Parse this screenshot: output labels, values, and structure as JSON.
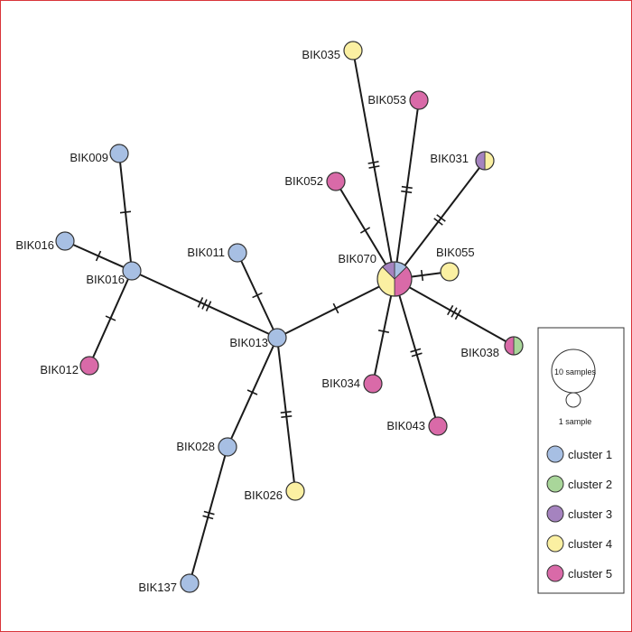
{
  "colors": {
    "cluster1": "#a7bfe3",
    "cluster2": "#a9d69a",
    "cluster3": "#a583bf",
    "cluster4": "#fbf0a2",
    "cluster5": "#d96aa8",
    "frame": "#d9343a"
  },
  "network": {
    "nodes": [
      {
        "id": "BIK009",
        "label": "BIK009",
        "clusters": [
          {
            "c": "cluster1",
            "f": 1
          }
        ],
        "samples": 1
      },
      {
        "id": "BIK016a",
        "label": "BIK016",
        "clusters": [
          {
            "c": "cluster1",
            "f": 1
          }
        ],
        "samples": 1
      },
      {
        "id": "BIK016b",
        "label": "BIK016",
        "clusters": [
          {
            "c": "cluster1",
            "f": 1
          }
        ],
        "samples": 1
      },
      {
        "id": "BIK012",
        "label": "BIK012",
        "clusters": [
          {
            "c": "cluster5",
            "f": 1
          }
        ],
        "samples": 1
      },
      {
        "id": "BIK011",
        "label": "BIK011",
        "clusters": [
          {
            "c": "cluster1",
            "f": 1
          }
        ],
        "samples": 1
      },
      {
        "id": "BIK013",
        "label": "BIK013",
        "clusters": [
          {
            "c": "cluster1",
            "f": 1
          }
        ],
        "samples": 1
      },
      {
        "id": "BIK028",
        "label": "BIK028",
        "clusters": [
          {
            "c": "cluster1",
            "f": 1
          }
        ],
        "samples": 1
      },
      {
        "id": "BIK137",
        "label": "BIK137",
        "clusters": [
          {
            "c": "cluster1",
            "f": 1
          }
        ],
        "samples": 1
      },
      {
        "id": "BIK026",
        "label": "BIK026",
        "clusters": [
          {
            "c": "cluster4",
            "f": 1
          }
        ],
        "samples": 1
      },
      {
        "id": "BIK070",
        "label": "BIK070",
        "clusters": [
          {
            "c": "cluster1",
            "f": 0.125
          },
          {
            "c": "cluster5",
            "f": 0.375
          },
          {
            "c": "cluster4",
            "f": 0.375
          },
          {
            "c": "cluster3",
            "f": 0.125
          }
        ],
        "samples": 4
      },
      {
        "id": "BIK035",
        "label": "BIK035",
        "clusters": [
          {
            "c": "cluster4",
            "f": 1
          }
        ],
        "samples": 1
      },
      {
        "id": "BIK053",
        "label": "BIK053",
        "clusters": [
          {
            "c": "cluster5",
            "f": 1
          }
        ],
        "samples": 1
      },
      {
        "id": "BIK052",
        "label": "BIK052",
        "clusters": [
          {
            "c": "cluster5",
            "f": 1
          }
        ],
        "samples": 1
      },
      {
        "id": "BIK031",
        "label": "BIK031",
        "clusters": [
          {
            "c": "cluster4",
            "f": 0.5
          },
          {
            "c": "cluster3",
            "f": 0.5
          }
        ],
        "samples": 2
      },
      {
        "id": "BIK055",
        "label": "BIK055",
        "clusters": [
          {
            "c": "cluster4",
            "f": 1
          }
        ],
        "samples": 1
      },
      {
        "id": "BIK038",
        "label": "BIK038",
        "clusters": [
          {
            "c": "cluster2",
            "f": 0.5
          },
          {
            "c": "cluster5",
            "f": 0.5
          }
        ],
        "samples": 2
      },
      {
        "id": "BIK034",
        "label": "BIK034",
        "clusters": [
          {
            "c": "cluster5",
            "f": 1
          }
        ],
        "samples": 1
      },
      {
        "id": "BIK043",
        "label": "BIK043",
        "clusters": [
          {
            "c": "cluster5",
            "f": 1
          }
        ],
        "samples": 1
      }
    ],
    "edges": [
      {
        "from": "BIK009",
        "to": "BIK016b",
        "mutations": 1
      },
      {
        "from": "BIK016a",
        "to": "BIK016b",
        "mutations": 1
      },
      {
        "from": "BIK016b",
        "to": "BIK012",
        "mutations": 1
      },
      {
        "from": "BIK016b",
        "to": "BIK013",
        "mutations": 3
      },
      {
        "from": "BIK011",
        "to": "BIK013",
        "mutations": 1
      },
      {
        "from": "BIK013",
        "to": "BIK028",
        "mutations": 1
      },
      {
        "from": "BIK028",
        "to": "BIK137",
        "mutations": 2
      },
      {
        "from": "BIK013",
        "to": "BIK026",
        "mutations": 2
      },
      {
        "from": "BIK013",
        "to": "BIK070",
        "mutations": 1
      },
      {
        "from": "BIK070",
        "to": "BIK035",
        "mutations": 2
      },
      {
        "from": "BIK070",
        "to": "BIK053",
        "mutations": 2
      },
      {
        "from": "BIK070",
        "to": "BIK052",
        "mutations": 1
      },
      {
        "from": "BIK070",
        "to": "BIK031",
        "mutations": 2
      },
      {
        "from": "BIK070",
        "to": "BIK055",
        "mutations": 1
      },
      {
        "from": "BIK070",
        "to": "BIK038",
        "mutations": 3
      },
      {
        "from": "BIK070",
        "to": "BIK034",
        "mutations": 1
      },
      {
        "from": "BIK070",
        "to": "BIK043",
        "mutations": 2
      }
    ]
  },
  "legend": {
    "size_large": "10 samples",
    "size_small": "1 sample",
    "items": [
      {
        "key": "cluster1",
        "label": "cluster 1"
      },
      {
        "key": "cluster2",
        "label": "cluster 2"
      },
      {
        "key": "cluster3",
        "label": "cluster 3"
      },
      {
        "key": "cluster4",
        "label": "cluster 4"
      },
      {
        "key": "cluster5",
        "label": "cluster 5"
      }
    ]
  }
}
